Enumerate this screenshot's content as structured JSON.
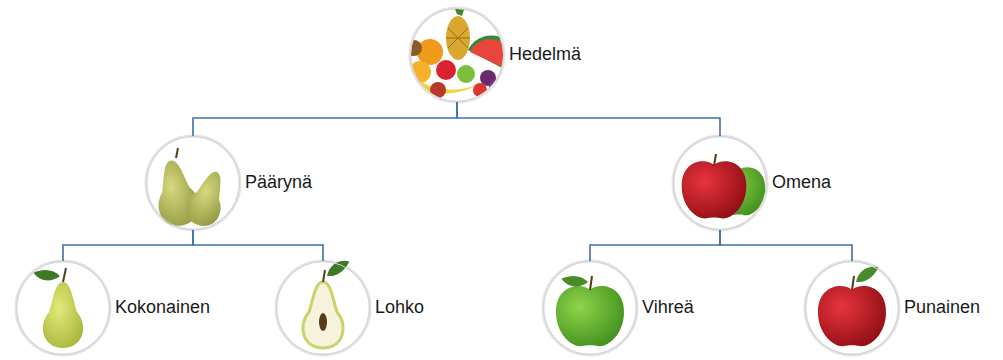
{
  "diagram": {
    "nodes": [
      {
        "text": [
          "Hedelmä"
        ]
      },
      {
        "text": [
          "Päärynä"
        ]
      },
      {
        "text": [
          "Omena"
        ]
      },
      {
        "text": [
          "Kokonainen"
        ]
      },
      {
        "text": [
          "Lohko"
        ]
      },
      {
        "text": [
          "Vihreä"
        ]
      },
      {
        "text": [
          "Punainen"
        ]
      }
    ],
    "edges": [
      {
        "from": 0,
        "to": 1,
        "arrow": "none"
      },
      {
        "from": 0,
        "to": 2,
        "arrow": "none"
      },
      {
        "from": 1,
        "to": 3,
        "arrow": "none"
      },
      {
        "from": 1,
        "to": 4,
        "arrow": "none"
      },
      {
        "from": 2,
        "to": 5,
        "arrow": "none"
      },
      {
        "from": 2,
        "to": 6,
        "arrow": "none"
      }
    ]
  }
}
